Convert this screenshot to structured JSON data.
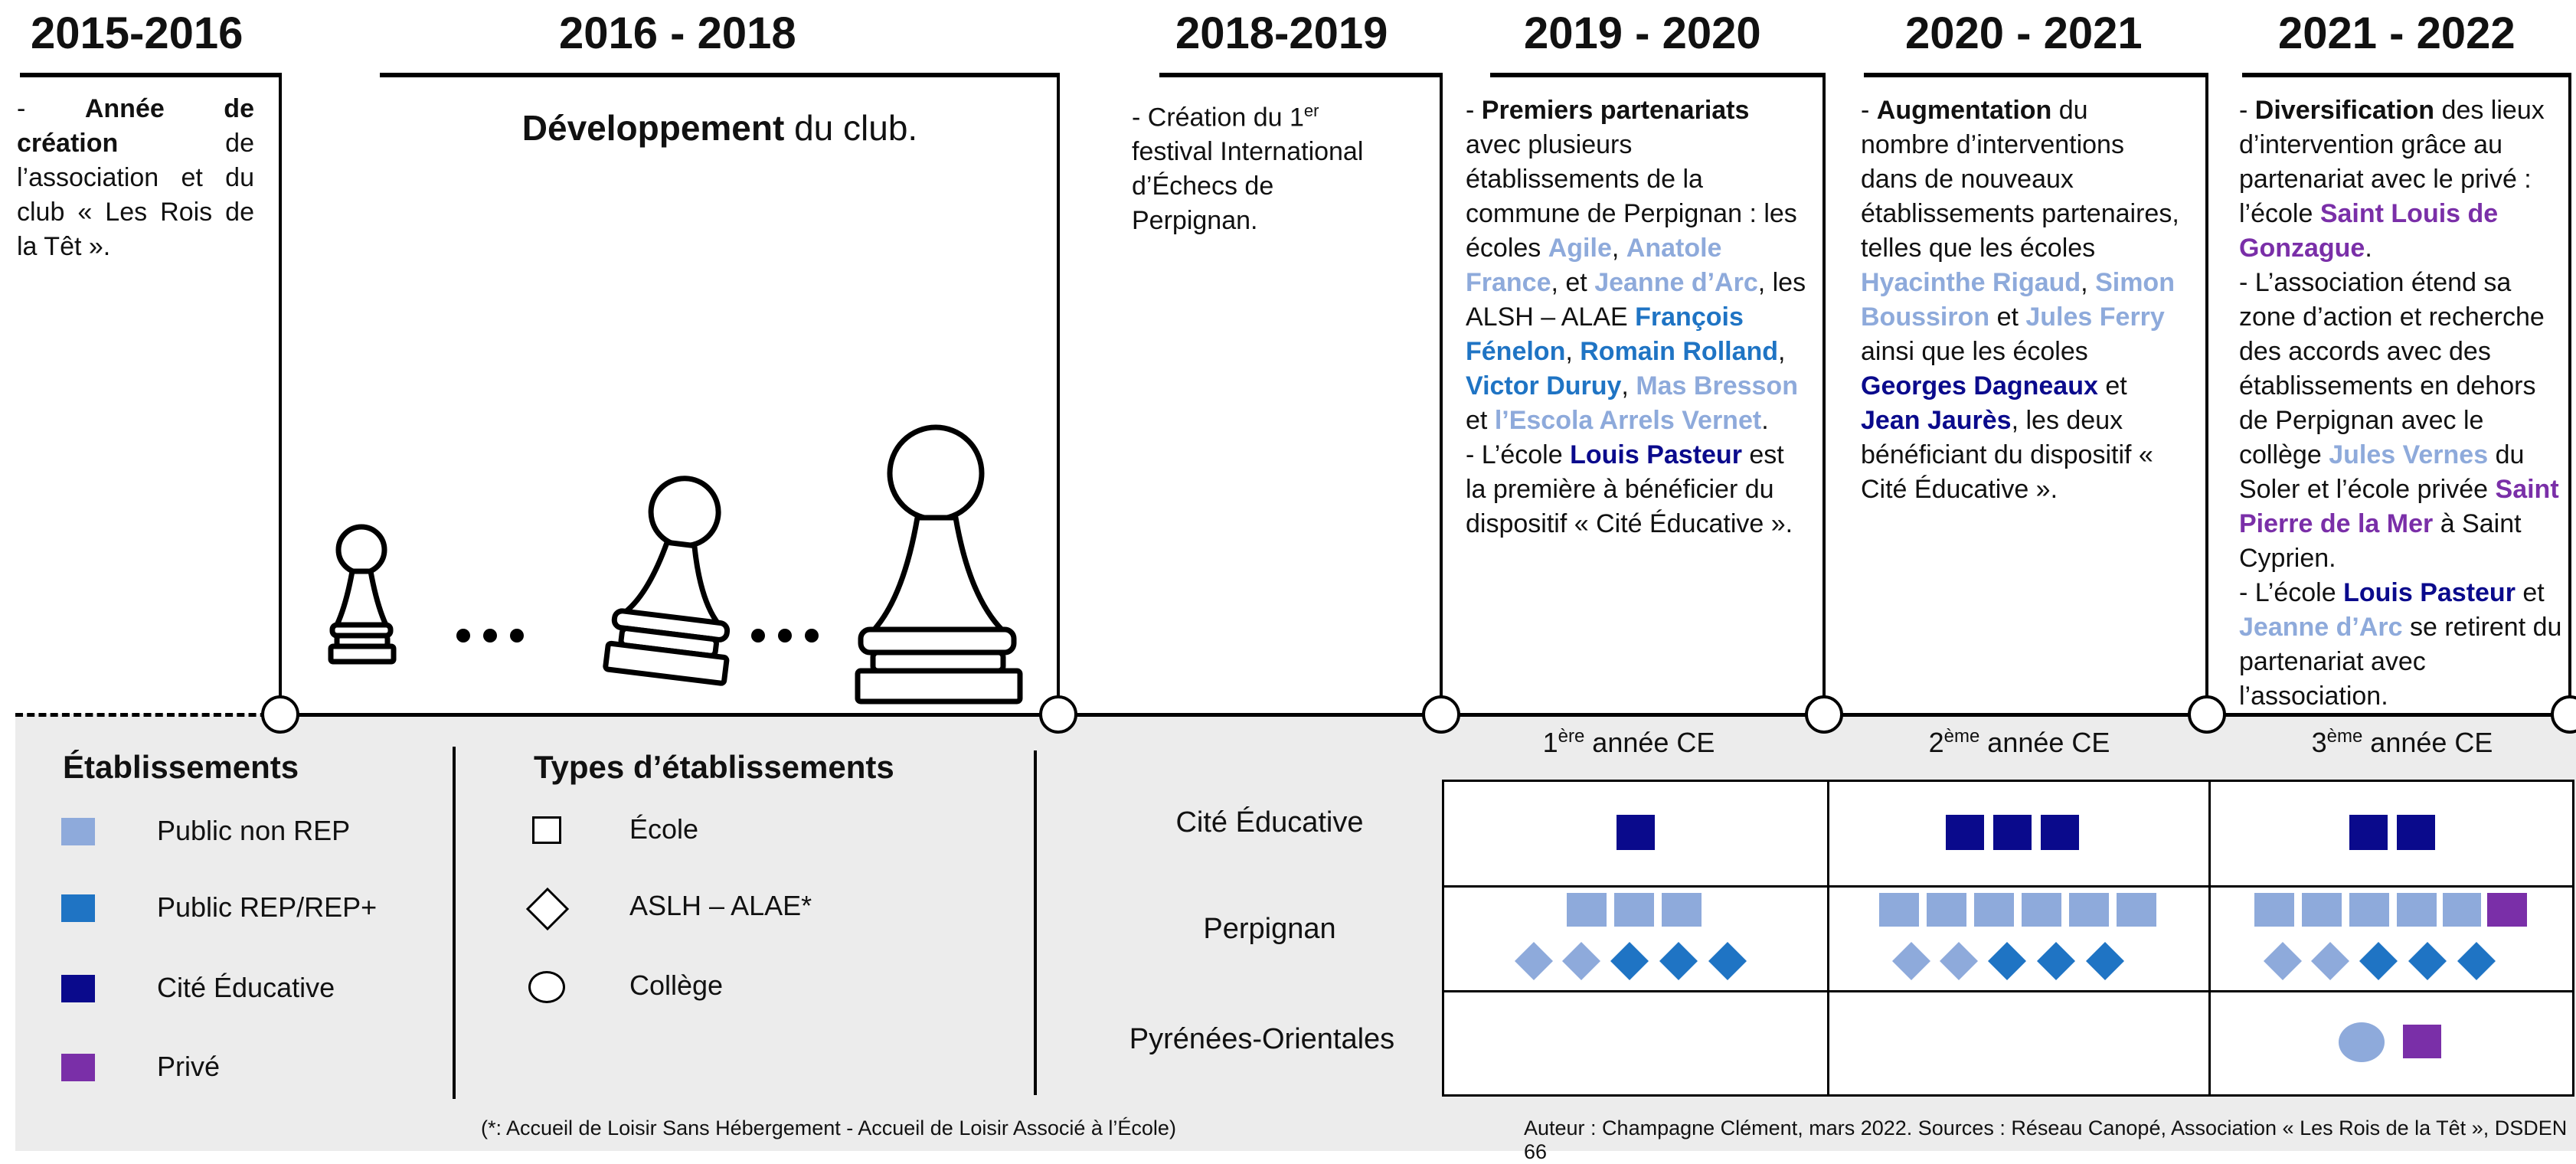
{
  "colors": {
    "public_non_rep": "#8eaadb",
    "public_rep": "#1f74c4",
    "cite_educative": "#0a0a8c",
    "prive": "#7a2fa8",
    "legend_bg": "#ececec"
  },
  "years": {
    "y1": "2015-2016",
    "y2": "2016 - 2018",
    "y3": "2018-2019",
    "y4": "2019 - 2020",
    "y5": "2020 - 2021",
    "y6": "2021 - 2022"
  },
  "p1": {
    "a": "- ",
    "b": "Année de création",
    "c": " de l’association et du club « Les Rois de la Têt »."
  },
  "p2": {
    "a": "Développement",
    "b": " du club."
  },
  "p3": {
    "a": "- Création du 1",
    "sup": "er",
    "b": " festival International d’Échecs de Perpignan."
  },
  "p4": {
    "t1": "- ",
    "t2": "Premiers partenariats",
    "t3": " avec plusieurs établissements de la commune de Perpignan : les écoles ",
    "n1": "Agile",
    "t4": ", ",
    "n2": "Anatole France",
    "t5": ", et ",
    "n3": "Jeanne d’Arc",
    "t6": ", les ALSH – ALAE ",
    "n4": "François Fénelon",
    "t7": ", ",
    "n5": "Romain Rolland",
    "t8": ", ",
    "n6": "Victor Duruy",
    "t9": ", ",
    "n7": "Mas Bresson",
    "t10": " et ",
    "n8": "l’Escola Arrels Vernet",
    "t11": ".",
    "t12": "- L’école ",
    "n9": "Louis Pasteur",
    "t13": " est la première à bénéficier du dispositif « Cité Éducative »."
  },
  "p5": {
    "t1": "- ",
    "t2": "Augmentation",
    "t3": " du nombre d’interventions dans de nouveaux établissements partenaires, telles que les écoles ",
    "n1": "Hyacinthe Rigaud",
    "t4": ", ",
    "n2": "Simon Boussiron",
    "t5": " et ",
    "n3": "Jules Ferry",
    "t6": " ainsi que les écoles ",
    "n4": "Georges Dagneaux",
    "t7": " et ",
    "n5": "Jean Jaurès",
    "t8": ", les deux bénéficiant du dispositif « Cité Éducative »."
  },
  "p6": {
    "t1": "- ",
    "t2": "Diversification",
    "t3": " des lieux d’intervention grâce au partenariat avec le privé : l’école ",
    "n1": "Saint Louis de Gonzague",
    "t4": ".",
    "t5": "- L’association étend sa zone d’action et recherche des accords avec des établissements en dehors de Perpignan avec le collège ",
    "n2": "Jules Vernes",
    "t6": " du Soler et l’école privée ",
    "n3": "Saint Pierre de la Mer",
    "t7": " à Saint Cyprien.",
    "t8": "- L’école ",
    "n4": "Louis Pasteur",
    "t9": " et ",
    "n5": "Jeanne d’Arc",
    "t10": " se retirent du partenariat avec l’association."
  },
  "legend": {
    "etab_title": "Établissements",
    "etab_items": [
      "Public non REP",
      "Public REP/REP+",
      "Cité Éducative",
      "Privé"
    ],
    "types_title": "Types d’établissements",
    "types_items": [
      "École",
      "ASLH – ALAE*",
      "Collège"
    ]
  },
  "table": {
    "col1_n": "1",
    "col1_sup": "ère",
    "col1_rest": " année CE",
    "col2_n": "2",
    "col2_sup": "ème",
    "col2_rest": "  année CE",
    "col3_n": "3",
    "col3_sup": "ème",
    "col3_rest": "  année CE",
    "rows": [
      "Cité Éducative",
      "Perpignan",
      "Pyrénées-Orientales"
    ]
  },
  "footer": {
    "note": "(*: Accueil de Loisir Sans Hébergement - Accueil de Loisir Associé à l’École)",
    "credits": "Auteur : Champagne Clément, mars 2022. Sources : Réseau Canopé, Association « Les Rois de la Têt », DSDEN 66"
  }
}
